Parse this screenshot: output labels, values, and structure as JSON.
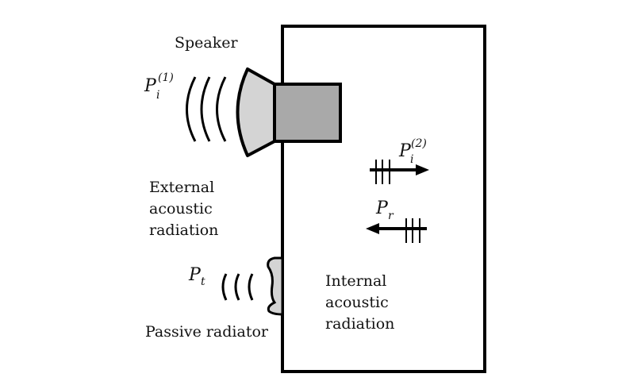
{
  "diagram": {
    "title": "Speaker enclosure with passive radiator: acoustic radiation paths",
    "labels": {
      "speaker": "Speaker",
      "external": [
        "External",
        "acoustic",
        "radiation"
      ],
      "internal": [
        "Internal",
        "acoustic",
        "radiation"
      ],
      "passive_radiator": "Passive radiator"
    },
    "symbols": {
      "incident_external": {
        "base": "P",
        "sub": "i",
        "sup": "(1)"
      },
      "incident_internal": {
        "base": "P",
        "sub": "i",
        "sup": "(2)"
      },
      "reflected": {
        "base": "P",
        "sub": "r"
      },
      "transmitted": {
        "base": "P",
        "sub": "t"
      }
    },
    "colors": {
      "stroke": "#000000",
      "cone_fill": "#d4d4d4",
      "magnet_fill": "#a9a9a9",
      "radiator_fill": "#d4d4d4",
      "background": "#ffffff"
    }
  }
}
